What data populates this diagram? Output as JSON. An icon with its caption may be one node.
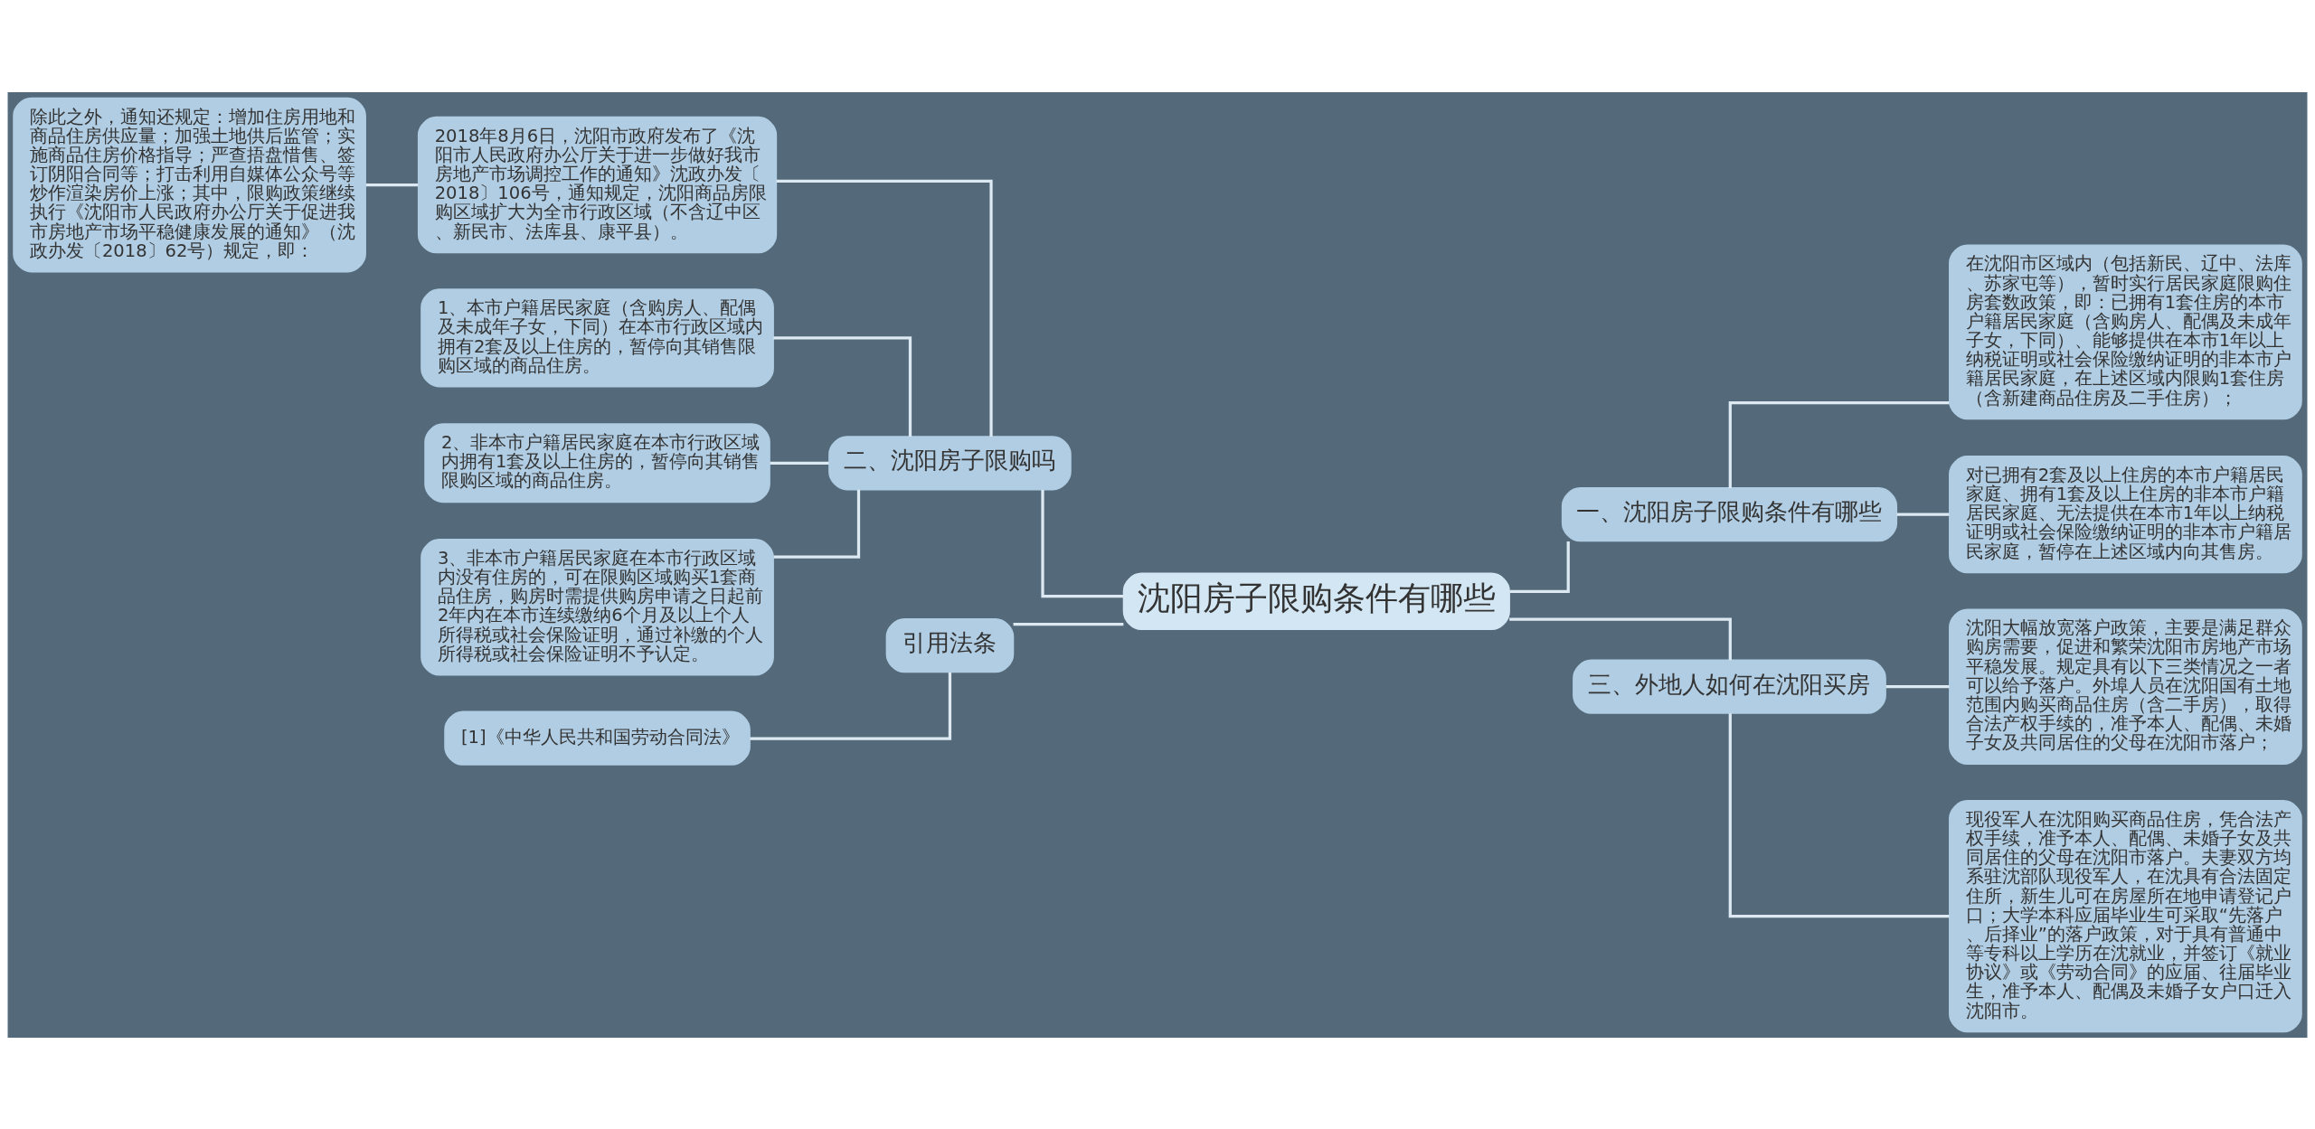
{
  "diagram": {
    "nodes": [
      {
        "text": [
          "沈阳房子限购条件有哪些"
        ]
      },
      {
        "text": [
          "一、沈阳房子限购条件有哪些"
        ]
      },
      {
        "text": [
          "在沈阳市区域内（包括新民、辽中、法库、苏家屯等），暂时实行居民家庭限购住房套数政策，即：已拥有1套住房的本市户籍居民家庭（含购房人、配偶及未成年子女，下同）、能够提供在本市1年以上纳税证明或社会保险缴纳证明的非本市户籍居民家庭，在上述区域内限购1套住房（含新建商品住房及二手住房）；"
        ]
      },
      {
        "text": [
          "对已拥有2套及以上住房的本市户籍居民家庭、拥有1套及以上住房的非本市户籍居民家庭、无法提供在本市1年以上纳税证明或社会保险缴纳证明的非本市户籍居民家庭，暂停在上述区域内向其售房。"
        ]
      },
      {
        "text": [
          "三、外地人如何在沈阳买房"
        ]
      },
      {
        "text": [
          "沈阳大幅放宽落户政策，主要是满足群众购房需要，促进和繁荣沈阳市房地产市场平稳发展。规定具有以下三类情况之一者可以给予落户。外埠人员在沈阳国有土地范围内购买商品住房（含二手房），取得合法产权手续的，准予本人、配偶、未婚子女及共同居住的父母在沈阳市落户；"
        ]
      },
      {
        "text": [
          "现役军人在沈阳购买商品住房，凭合法产权手续，准予本人、配偶、未婚子女及共同居住的父母在沈阳市落户。夫妻双方均系驻沈部队现役军人，在沈具有合法固定住所，新生儿可在房屋所在地申请登记户口；大学本科应届毕业生可采取“先落户、后择业”的落户政策，对于具有普通中等专科以上学历在沈就业，并签订《就业协议》或《劳动合同》的应届、往届毕业生，准予本人、配偶及未婚子女户口迁入沈阳市。"
        ]
      },
      {
        "text": [
          "二、沈阳房子限购吗"
        ]
      },
      {
        "text": [
          "2018年8月6日，沈阳市政府发布了《沈阳市人民政府办公厅关于进一步做好我市房地产市场调控工作的通知》沈政办发〔2018〕106号，通知规定，沈阳商品房限购区域扩大为全市行政区域（不含辽中区、新民市、法库县、康平县）。"
        ]
      },
      {
        "text": [
          "除此之外，通知还规定：增加住房用地和商品住房供应量；加强土地供后监管；实施商品住房价格指导；严查捂盘惜售、签订阴阳合同等；打击利用自媒体公众号等炒作渲染房价上涨；其中，限购政策继续执行《沈阳市人民政府办公厅关于促进我市房地产市场平稳健康发展的通知》（沈政办发〔2018〕62号）规定，即："
        ]
      },
      {
        "text": [
          "1、本市户籍居民家庭（含购房人、配偶及未成年子女，下同）在本市行政区域内拥有2套及以上住房的，暂停向其销售限购区域的商品住房。"
        ]
      },
      {
        "text": [
          "2、非本市户籍居民家庭在本市行政区域内拥有1套及以上住房的，暂停向其销售限购区域的商品住房。"
        ]
      },
      {
        "text": [
          "3、非本市户籍居民家庭在本市行政区域内没有住房的，可在限购区域购买1套商品住房，购房时需提供购房申请之日起前2年内在本市连续缴纳6个月及以上个人所得税或社会保险证明，通过补缴的个人所得税或社会保险证明不予认定。"
        ]
      },
      {
        "text": [
          "引用法条"
        ]
      },
      {
        "text": [
          "[1]《中华人民共和国劳动合同法》"
        ]
      }
    ],
    "edges": [
      {
        "from": 0,
        "to": 1,
        "arrow": "none"
      },
      {
        "from": 1,
        "to": 2,
        "arrow": "none"
      },
      {
        "from": 1,
        "to": 3,
        "arrow": "none"
      },
      {
        "from": 0,
        "to": 4,
        "arrow": "none"
      },
      {
        "from": 4,
        "to": 5,
        "arrow": "none"
      },
      {
        "from": 4,
        "to": 6,
        "arrow": "none"
      },
      {
        "from": 7,
        "to": 0,
        "arrow": "none"
      },
      {
        "from": 8,
        "to": 7,
        "arrow": "none"
      },
      {
        "from": 9,
        "to": 8,
        "arrow": "none"
      },
      {
        "from": 10,
        "to": 7,
        "arrow": "none"
      },
      {
        "from": 11,
        "to": 7,
        "arrow": "none"
      },
      {
        "from": 12,
        "to": 7,
        "arrow": "none"
      },
      {
        "from": 13,
        "to": 0,
        "arrow": "none"
      },
      {
        "from": 14,
        "to": 13,
        "arrow": "none"
      }
    ]
  }
}
